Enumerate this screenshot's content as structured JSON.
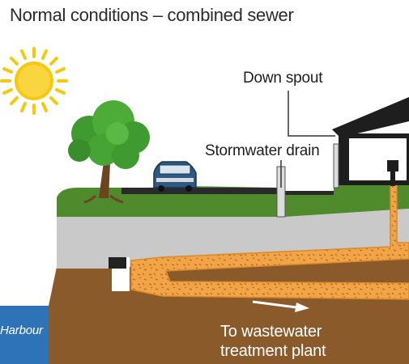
{
  "title": "Normal conditions – combined sewer",
  "labels": {
    "down_spout": "Down spout",
    "stormwater_drain": "Stormwater drain",
    "harbour": "Harbour",
    "treatment_line1": "To wastewater",
    "treatment_line2": "treatment plant"
  },
  "icons": [
    "sun-icon",
    "tree-icon",
    "car-icon",
    "house-icon",
    "flow-arrow-icon"
  ],
  "colors": {
    "sky": "#ffffff",
    "sun": "#f7c90d",
    "grass": "#4f8a2c",
    "pavement": "#c9c9c9",
    "soil": "#8a5a2b",
    "sewage": "#f2a548",
    "water": "#2e73b8",
    "house": "#1e1e1e",
    "car": "#2d5a84"
  }
}
